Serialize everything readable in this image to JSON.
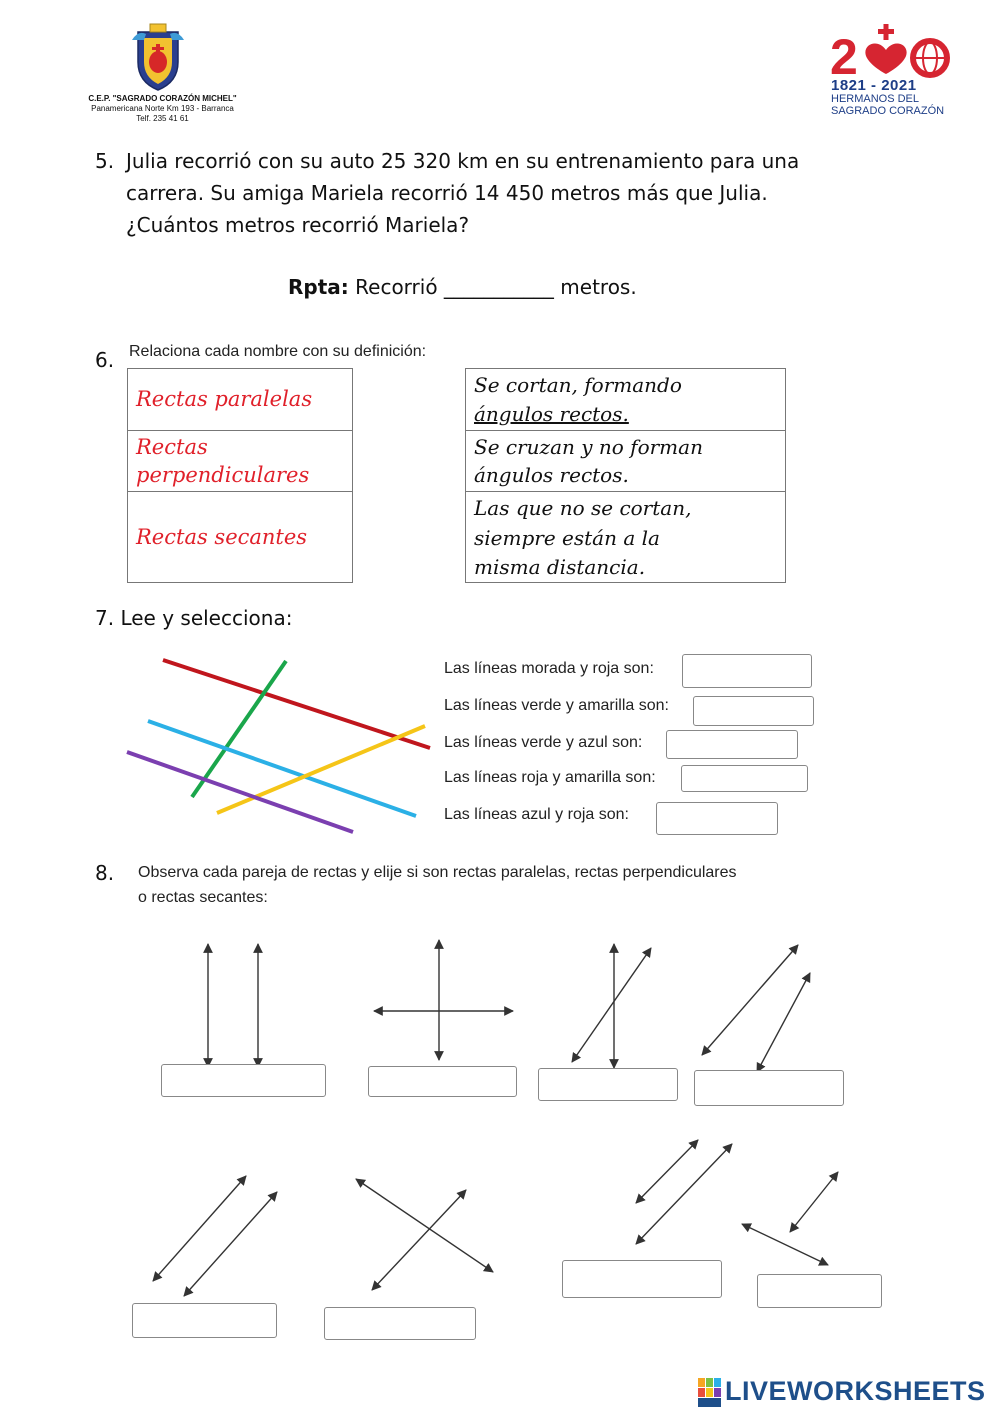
{
  "header": {
    "school_name": "C.E.P. \"SAGRADO CORAZÓN MICHEL\"",
    "school_address": "Panamericana Norte Km 193 - Barranca",
    "school_phone": "Telf. 235 41 61",
    "anniversary_number": "200",
    "anniversary_years": "1821 - 2021",
    "anniversary_line1": "HERMANOS DEL",
    "anniversary_line2": "SAGRADO CORAZÓN"
  },
  "q5": {
    "number": "5.",
    "line1": "Julia recorrió con su auto 25 320 km en su entrenamiento para una",
    "line2": "carrera. Su amiga Mariela recorrió 14 450 metros más que Julia.",
    "line3": "¿Cuántos metros recorrió Mariela?",
    "answer_label": "Rpta:",
    "answer_prefix": "Recorrió",
    "answer_blank": "___________",
    "answer_suffix": "metros."
  },
  "q6": {
    "number": "6.",
    "instruction": "Relaciona cada nombre con su definición:",
    "names": [
      "Rectas paralelas",
      "Rectas",
      "perpendiculares",
      "Rectas secantes"
    ],
    "definitions": [
      "Se cortan, formando",
      "ángulos rectos.",
      "Se cruzan y no forman",
      "ángulos rectos.",
      "Las que no se cortan,",
      "siempre están a la",
      "misma distancia."
    ]
  },
  "q7": {
    "number": "7.",
    "instruction": "Lee y selecciona:",
    "questions": [
      "Las líneas morada y roja son:",
      "Las líneas verde y amarilla son:",
      "Las líneas verde y azul son:",
      "Las líneas roja y amarilla son:",
      "Las líneas azul y roja son:"
    ],
    "colors": {
      "red": "#c0161d",
      "green": "#1aa64b",
      "blue": "#2bb0e6",
      "yellow": "#f5c518",
      "purple": "#7b3fb0"
    }
  },
  "q8": {
    "number": "8.",
    "line1": "Observa cada pareja de rectas y elije si son rectas paralelas, rectas perpendiculares",
    "line2": "o rectas secantes:"
  },
  "footer": {
    "logo_prefix": "LIVE",
    "logo_suffix": "WORKSHEETS"
  }
}
